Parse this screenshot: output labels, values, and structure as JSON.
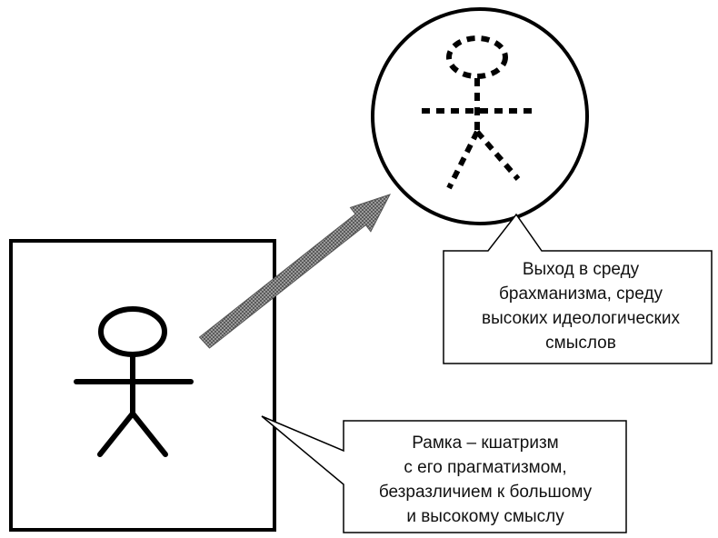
{
  "callouts": {
    "brahmanism": {
      "lines": [
        "Выход в среду",
        "брахманизма, среду",
        "высоких идеологических",
        "смыслов"
      ]
    },
    "kshatrism": {
      "lines": [
        "Рамка – кшатризм",
        "с его прагматизмом,",
        "безразличием к большому",
        "и высокому смыслу"
      ]
    }
  }
}
